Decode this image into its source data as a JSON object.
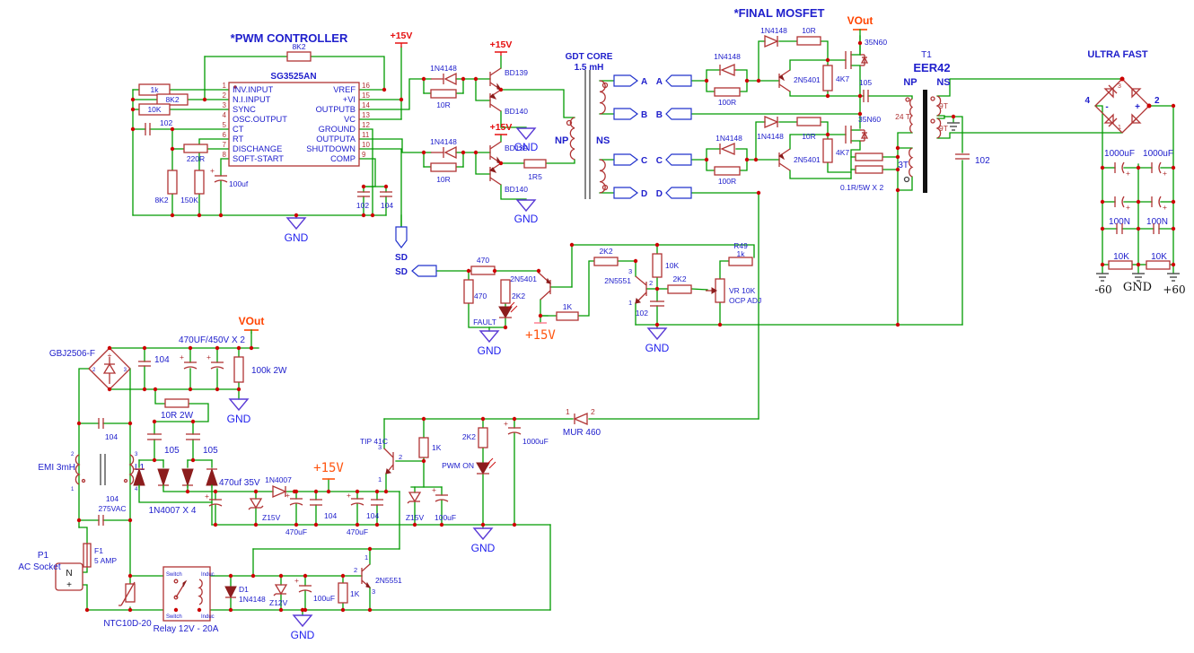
{
  "pwm": {
    "title": "*PWM CONTROLLER",
    "ic": "SG3525AN",
    "rfb": "8K2",
    "v15": "+15V",
    "pl": [
      "INV.INPUT",
      "N.I.INPUT",
      "SYNC",
      "OSC.OUTPUT",
      "CT",
      "RT",
      "DISCHANGE",
      "SOFT-START"
    ],
    "nl": [
      "1",
      "2",
      "3",
      "4",
      "5",
      "6",
      "7",
      "8"
    ],
    "pr": [
      "VREF",
      "+VI",
      "OUTPUTB",
      "VC",
      "GROUND",
      "OUTPUTA",
      "SHUTDOWN",
      "COMP"
    ],
    "nr": [
      "16",
      "15",
      "14",
      "13",
      "12",
      "11",
      "10",
      "9"
    ],
    "r1k": "1k",
    "r8k2": "8K2",
    "r10k": "10K",
    "c102": "102",
    "r220": "220R",
    "r8k2b": "8K2",
    "r150k": "150K",
    "c100uf": "100uf",
    "c102b": "102",
    "c104": "104",
    "gnd": "GND",
    "sd": "SD"
  },
  "drv": {
    "d1": "1N4148",
    "r1": "10R",
    "q1": "BD139",
    "q2": "BD140",
    "v15a": "+15V",
    "gnd1": "GND",
    "d2": "1N4148",
    "r2": "10R",
    "q3": "BD139",
    "q4": "BD140",
    "r1r5": "1R5",
    "v15b": "+15V",
    "gnd2": "GND"
  },
  "gdt": {
    "t1": "GDT CORE",
    "t2": "1.5 mH",
    "np": "NP",
    "ns": "NS",
    "oa": "A",
    "ob": "B",
    "oc": "C",
    "od": "D",
    "ia": "A",
    "ib": "B",
    "ic": "C",
    "id": "D"
  },
  "fin": {
    "title": "*FINAL MOSFET",
    "vout": "VOut",
    "d1": "1N4148",
    "r1": "10R",
    "dp1": "1N4148",
    "rp1": "100R",
    "q1": "2N5401",
    "rg1": "4K7",
    "m1": "35N60",
    "c105": "105",
    "d2": "1N4148",
    "r2": "10R",
    "dp2": "1N4148",
    "rp2": "100R",
    "q2": "2N5401",
    "rg2": "4K7",
    "m2": "35N60",
    "rs": "0.1R/5W X 2"
  },
  "t1x": {
    "ref": "T1",
    "part": "EER42",
    "np": "NP",
    "ns": "NS",
    "w24": "24 T",
    "w9a": "9T",
    "w9b": "9T",
    "w3": "3T",
    "c102": "102"
  },
  "outp": {
    "title": "ULTRA FAST",
    "p4": "4",
    "p2": "2",
    "p3": "3",
    "p1": "1",
    "minus": "-",
    "plus": "+",
    "c1": "1000uF",
    "c2": "1000uF",
    "n1": "100N",
    "n2": "100N",
    "r1": "10K",
    "r2": "10K",
    "vm": "-60",
    "gnd": "GND",
    "vp": "+60"
  },
  "flt": {
    "sd1": "SD",
    "sd2": "SD",
    "r470h": "470",
    "r470v": "470",
    "r2k2a": "2K2",
    "led": "FAULT",
    "q1": "2N5401",
    "r1k": "1K",
    "v15": "+15V",
    "gnd1": "GND",
    "r2k2h": "2K2",
    "q2": "2N5551",
    "p3": "3",
    "p2": "2",
    "p1": "1",
    "r10k": "10K",
    "c102": "102",
    "r2k2c": "2K2",
    "gnd2": "GND",
    "r49": "R49",
    "r49v": "1k",
    "vr": "VR 10K",
    "ocp": "OCP ADJ"
  },
  "psu": {
    "vout": "VOut",
    "cbig": "470UF/450V X 2",
    "bridge": "GBJ2506-F",
    "bplus": "+",
    "bp2": "2",
    "bp3": "3",
    "c104a": "104",
    "r100k": "100k 2W",
    "gnd1": "GND",
    "r10r": "10R 2W",
    "c104b": "104",
    "c105a": "105",
    "c105b": "105",
    "emi": "EMI 3mH",
    "l1": "L1",
    "p2": "2",
    "p3": "3",
    "p1": "1",
    "p4": "4",
    "c104c": "104",
    "v275": "275VAC",
    "d4": "1N4007 X 4",
    "c470s": "470uf 35V",
    "z15a": "Z15V",
    "d7": "1N4007",
    "c470a": "470uF",
    "c104d": "104",
    "v15": "+15V",
    "c470b": "470uF",
    "c104e": "104",
    "tip": "TIP 41C",
    "tp3": "3",
    "tp2": "2",
    "tp1": "1",
    "r1k": "1K",
    "z15b": "Z15V",
    "c100": "100uF",
    "gnd2": "GND",
    "r2k2": "2K2",
    "pwmon": "PWM ON",
    "c1000": "1000uF",
    "mur": "MUR 460",
    "mp1": "1",
    "mp2": "2"
  },
  "ac": {
    "p1": "P1",
    "sock": "AC Socket",
    "n": "N",
    "plus": "+",
    "f1": "F1",
    "amp": "5 AMP",
    "ntc": "NTC10D-20",
    "relay": "Relay 12V - 20A",
    "sw1": "Switch",
    "sw2": "Switch",
    "in1": "Induc",
    "in2": "Induc",
    "d1": "D1",
    "d1b": "1N4148",
    "z12": "Z12V",
    "c100": "100uF",
    "gnd": "GND",
    "r1k": "1K",
    "q": "2N5551",
    "qp1": "1",
    "qp2": "2",
    "qp3": "3"
  }
}
